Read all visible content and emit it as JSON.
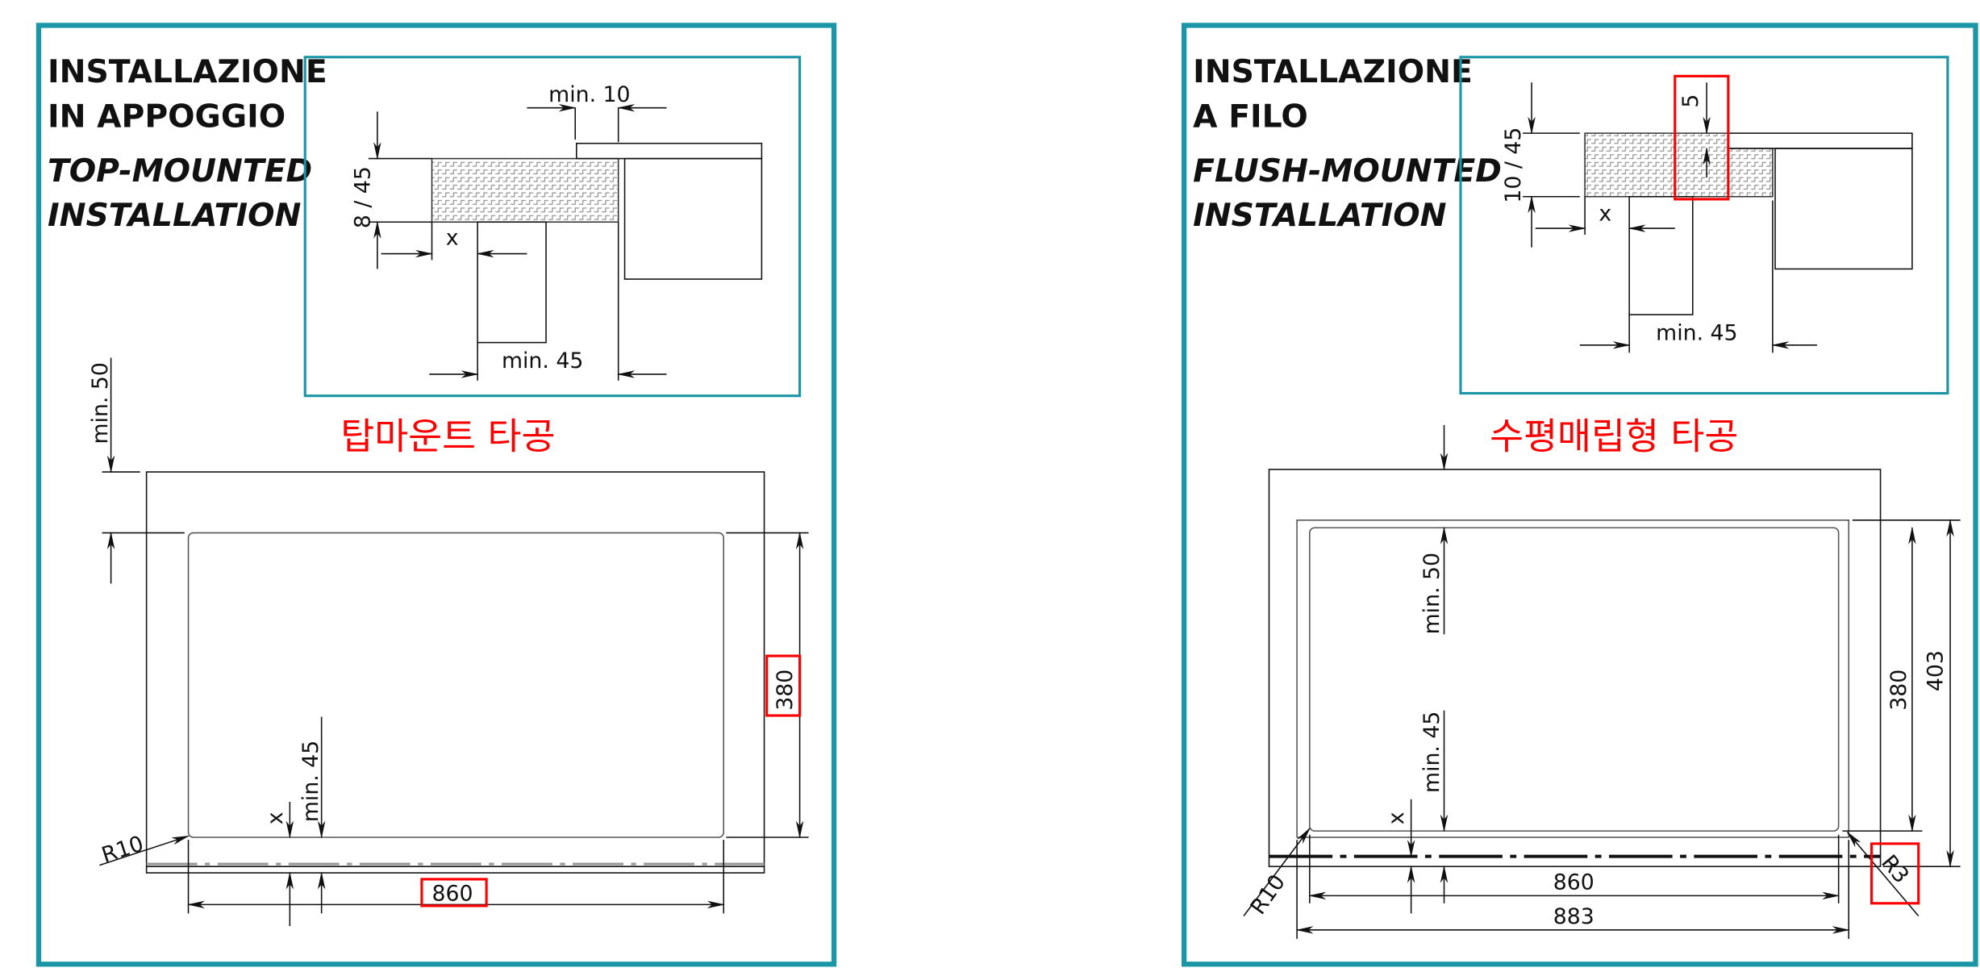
{
  "colors": {
    "frame": "#1a96a6",
    "highlight": "#ff0000",
    "line": "#111111"
  },
  "left": {
    "title_it": [
      "INSTALLAZIONE",
      "IN APPOGGIO"
    ],
    "title_en": [
      "TOP-MOUNTED",
      "INSTALLATION"
    ],
    "caption_ko": "탑마운트 타공",
    "detail": {
      "min_gap": "min. 10",
      "thickness": "8 / 45",
      "x": "x",
      "min_depth": "min. 45"
    },
    "plan": {
      "min_top": "min. 50",
      "depth": "380",
      "width": "860",
      "x": "x",
      "min_bottom": "min. 45",
      "radius": "R10"
    }
  },
  "right": {
    "title_it": [
      "INSTALLAZIONE",
      "A FILO"
    ],
    "title_en": [
      "FLUSH-MOUNTED",
      "INSTALLATION"
    ],
    "caption_ko": "수평매립형 타공",
    "detail": {
      "recess": "5",
      "thickness": "10 / 45",
      "x": "x",
      "min_depth": "min. 45"
    },
    "plan": {
      "min_top": "min. 50",
      "min_bottom": "min. 45",
      "x": "x",
      "inner_depth": "380",
      "outer_depth": "403",
      "inner_width": "860",
      "outer_width": "883",
      "radius_outer": "R10",
      "radius_inner": "R3"
    }
  }
}
